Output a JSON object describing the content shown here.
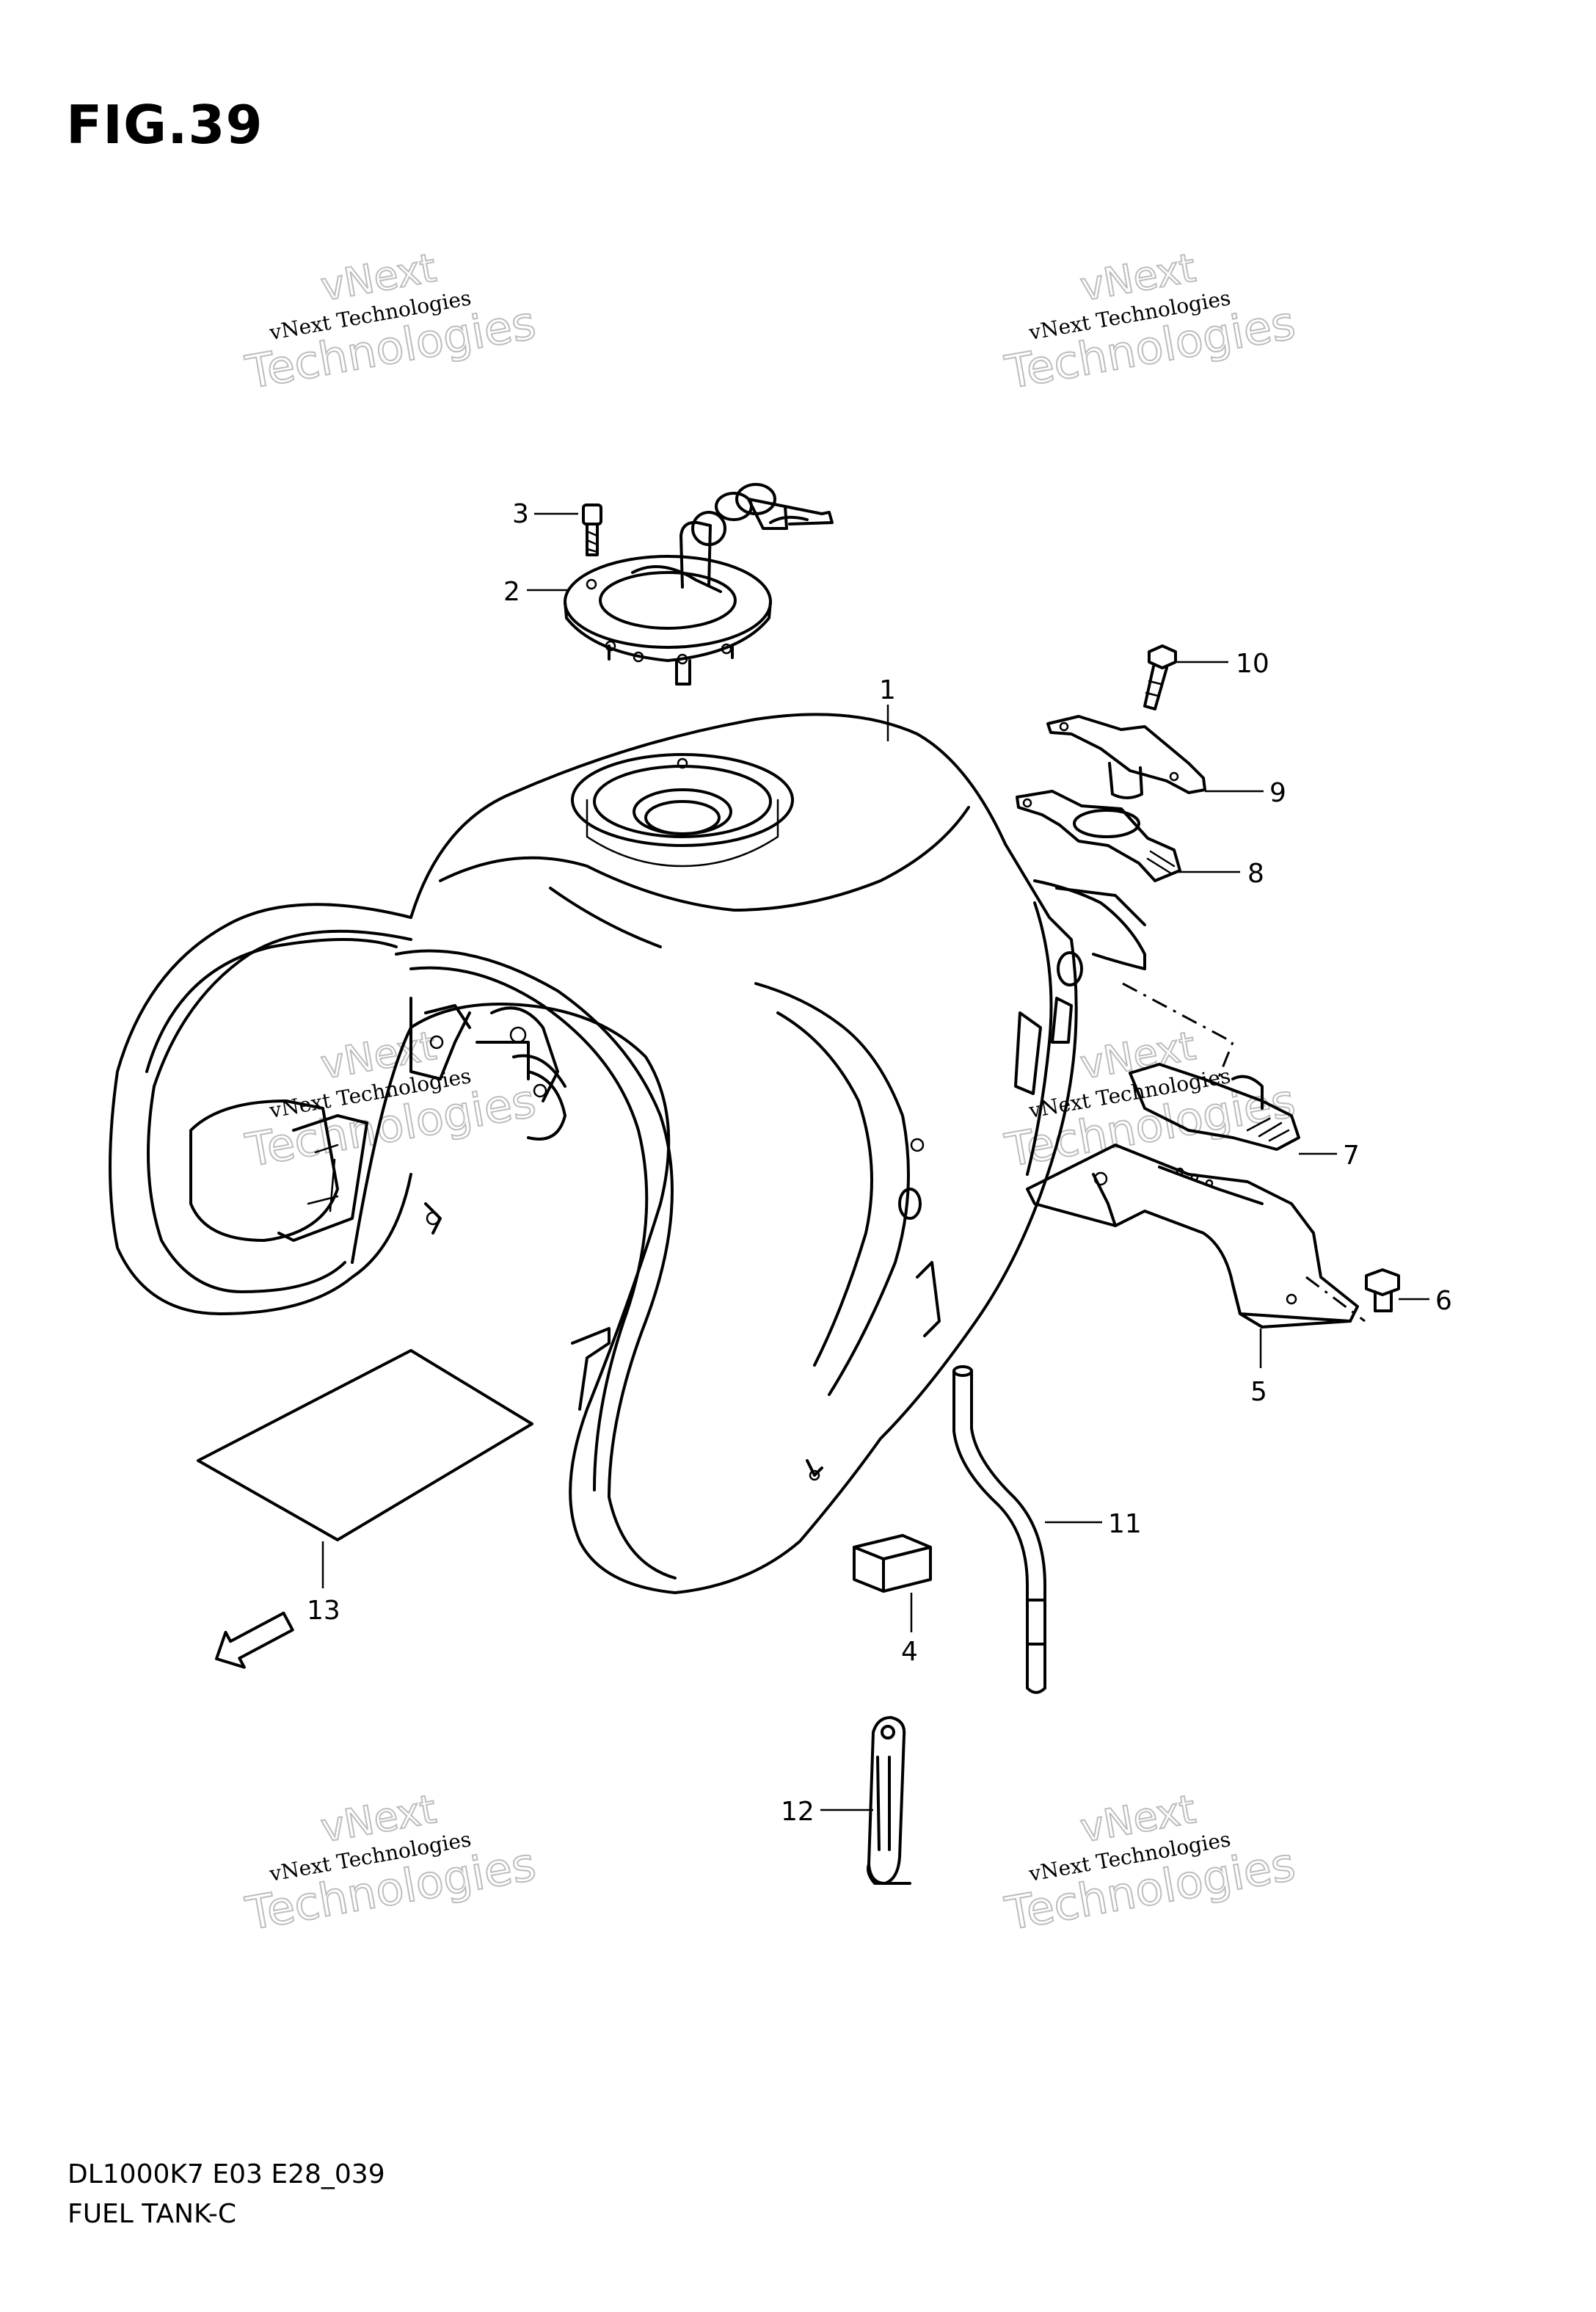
{
  "figure": {
    "title": "FIG.39",
    "model_code": "DL1000K7 E03 E28_039",
    "part_group": "FUEL TANK-C"
  },
  "watermark": {
    "line1": "vNext Technologies",
    "line2": "vNext",
    "line3": "Technologies"
  },
  "callouts": {
    "c1": "1",
    "c2": "2",
    "c3": "3",
    "c4": "4",
    "c5": "5",
    "c6": "6",
    "c7": "7",
    "c8": "8",
    "c9": "9",
    "c10": "10",
    "c11": "11",
    "c12": "12",
    "c13": "13"
  },
  "direction_badge": "FWD",
  "icons": [
    "fuel-tank",
    "fuel-cap-assembly",
    "key-icon",
    "bolt",
    "bracket",
    "cushion",
    "hose",
    "strap",
    "label-sheet",
    "fwd-arrow-icon"
  ]
}
